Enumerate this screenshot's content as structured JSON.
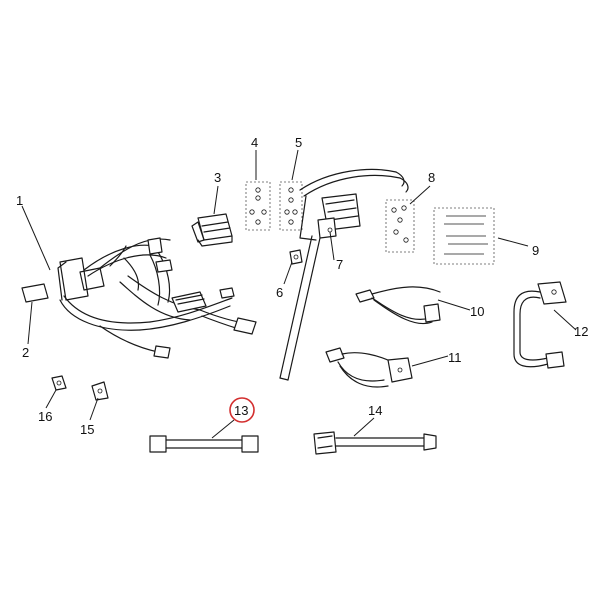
{
  "callouts": [
    {
      "id": "c1",
      "label": "1"
    },
    {
      "id": "c2",
      "label": "2"
    },
    {
      "id": "c3",
      "label": "3"
    },
    {
      "id": "c4",
      "label": "4"
    },
    {
      "id": "c5",
      "label": "5"
    },
    {
      "id": "c6",
      "label": "6"
    },
    {
      "id": "c7",
      "label": "7"
    },
    {
      "id": "c8",
      "label": "8"
    },
    {
      "id": "c9",
      "label": "9"
    },
    {
      "id": "c10",
      "label": "10"
    },
    {
      "id": "c11",
      "label": "11"
    },
    {
      "id": "c12",
      "label": "12"
    },
    {
      "id": "c13",
      "label": "13"
    },
    {
      "id": "c14",
      "label": "14"
    },
    {
      "id": "c15",
      "label": "15"
    },
    {
      "id": "c16",
      "label": "16"
    }
  ],
  "highlighted_callout": "13",
  "colors": {
    "line": "#1a1a1a",
    "highlight": "#d32f2f",
    "background": "#ffffff"
  }
}
